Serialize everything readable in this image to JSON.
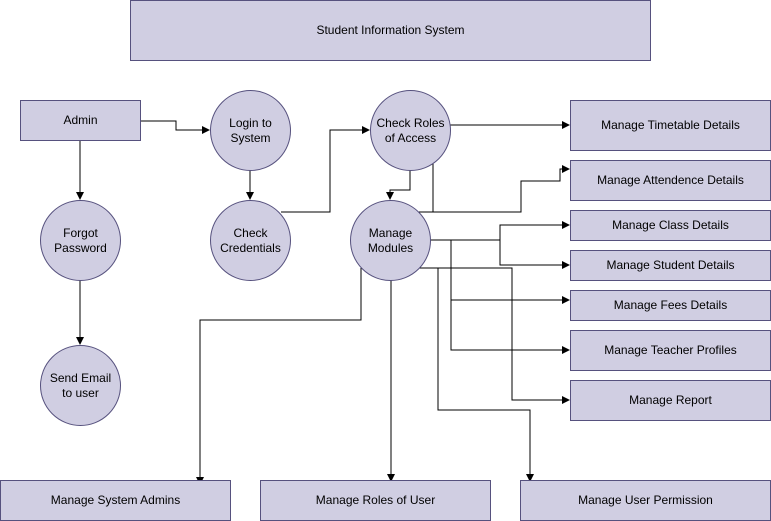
{
  "title": "Student Information System",
  "colors": {
    "fill": "#d0cee2",
    "stroke": "#56517e",
    "line": "#000000"
  },
  "nodes": {
    "admin": "Admin",
    "login": "Login to\nSystem",
    "check_roles": "Check Roles\nof Access",
    "forgot_password": "Forgot\nPassword",
    "check_credentials": "Check\nCredentials",
    "manage_modules": "Manage\nModules",
    "send_email": "Send Email\nto user",
    "timetable": "Manage Timetable Details",
    "attendence": "Manage Attendence Details",
    "class": "Manage Class Details",
    "student": "Manage Student Details",
    "fees": "Manage Fees Details",
    "teacher": "Manage Teacher Profiles",
    "report": "Manage Report",
    "system_admins": "Manage System Admins",
    "roles_of_user": "Manage Roles of User",
    "user_permission": "Manage User Permission"
  }
}
